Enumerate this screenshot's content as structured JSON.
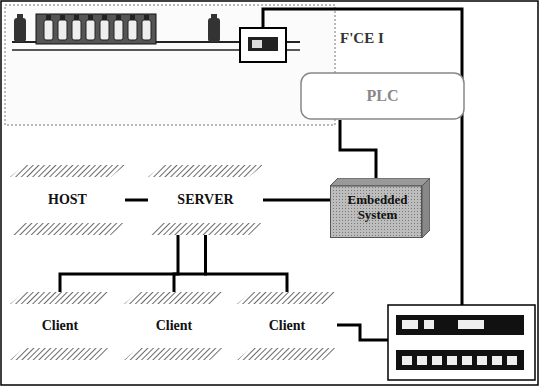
{
  "diagram": {
    "nodes": [
      {
        "text": [
          "PLC"
        ]
      },
      {
        "text": [
          "Embedded System"
        ]
      },
      {
        "text": [
          "HOST"
        ]
      },
      {
        "text": [
          "SERVER"
        ]
      },
      {
        "text": [
          "Client"
        ]
      },
      {
        "text": [
          "Client"
        ]
      },
      {
        "text": [
          "Client"
        ]
      }
    ],
    "edges": [
      {
        "from": 0,
        "to": 1,
        "arrow": "none"
      },
      {
        "from": 2,
        "to": 3,
        "arrow": "none"
      },
      {
        "from": 3,
        "to": 1,
        "arrow": "none"
      },
      {
        "from": 3,
        "to": 4,
        "arrow": "none"
      },
      {
        "from": 3,
        "to": 5,
        "arrow": "none"
      },
      {
        "from": 3,
        "to": 6,
        "arrow": "none"
      }
    ],
    "labels": [
      "F'CE I"
    ]
  }
}
